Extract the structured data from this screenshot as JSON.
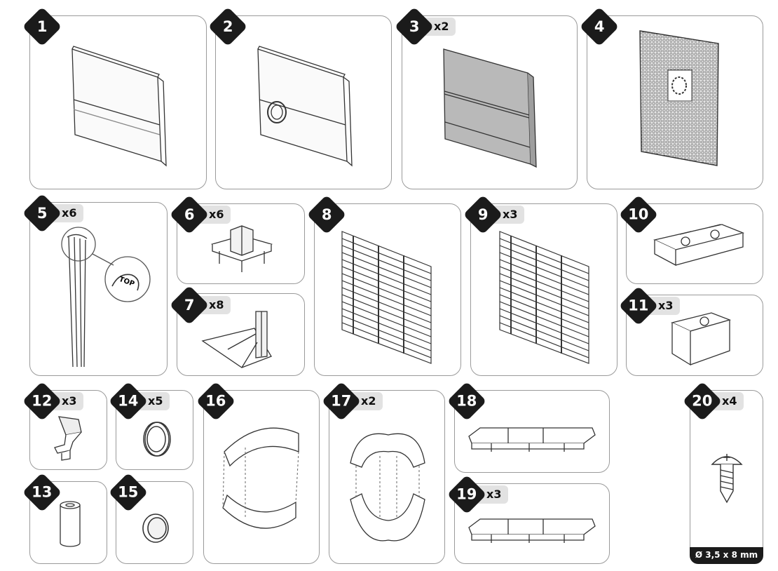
{
  "parts": [
    {
      "id": "1",
      "qty": "",
      "name": "side-panel-plain"
    },
    {
      "id": "2",
      "qty": "",
      "name": "side-panel-with-port"
    },
    {
      "id": "3",
      "qty": "x2",
      "name": "grey-panel"
    },
    {
      "id": "4",
      "qty": "",
      "name": "perforated-panel"
    },
    {
      "id": "5",
      "qty": "x6",
      "name": "corner-post"
    },
    {
      "id": "6",
      "qty": "x6",
      "name": "post-connector"
    },
    {
      "id": "7",
      "qty": "x8",
      "name": "foot-bracket"
    },
    {
      "id": "8",
      "qty": "",
      "name": "grille-panel"
    },
    {
      "id": "9",
      "qty": "x3",
      "name": "grille-panel-b"
    },
    {
      "id": "10",
      "qty": "",
      "name": "clamp-double"
    },
    {
      "id": "11",
      "qty": "x3",
      "name": "clamp-single"
    },
    {
      "id": "12",
      "qty": "x3",
      "name": "latch"
    },
    {
      "id": "13",
      "qty": "",
      "name": "tube-spacer"
    },
    {
      "id": "14",
      "qty": "x5",
      "name": "ring"
    },
    {
      "id": "15",
      "qty": "",
      "name": "cap"
    },
    {
      "id": "16",
      "qty": "",
      "name": "tunnel-straight"
    },
    {
      "id": "17",
      "qty": "x2",
      "name": "tunnel-elbow"
    },
    {
      "id": "18",
      "qty": "",
      "name": "rail"
    },
    {
      "id": "19",
      "qty": "x3",
      "name": "rail-b"
    },
    {
      "id": "20",
      "qty": "x4",
      "name": "screw"
    }
  ],
  "screw_size": "Ø 3,5 x 8 mm",
  "top_label": "TOP",
  "colors": {
    "badge": "#1b1b1b",
    "qty_bg": "#e2e2e2",
    "border": "#9a9a9a",
    "panel_grey": "#b9b9b9"
  }
}
